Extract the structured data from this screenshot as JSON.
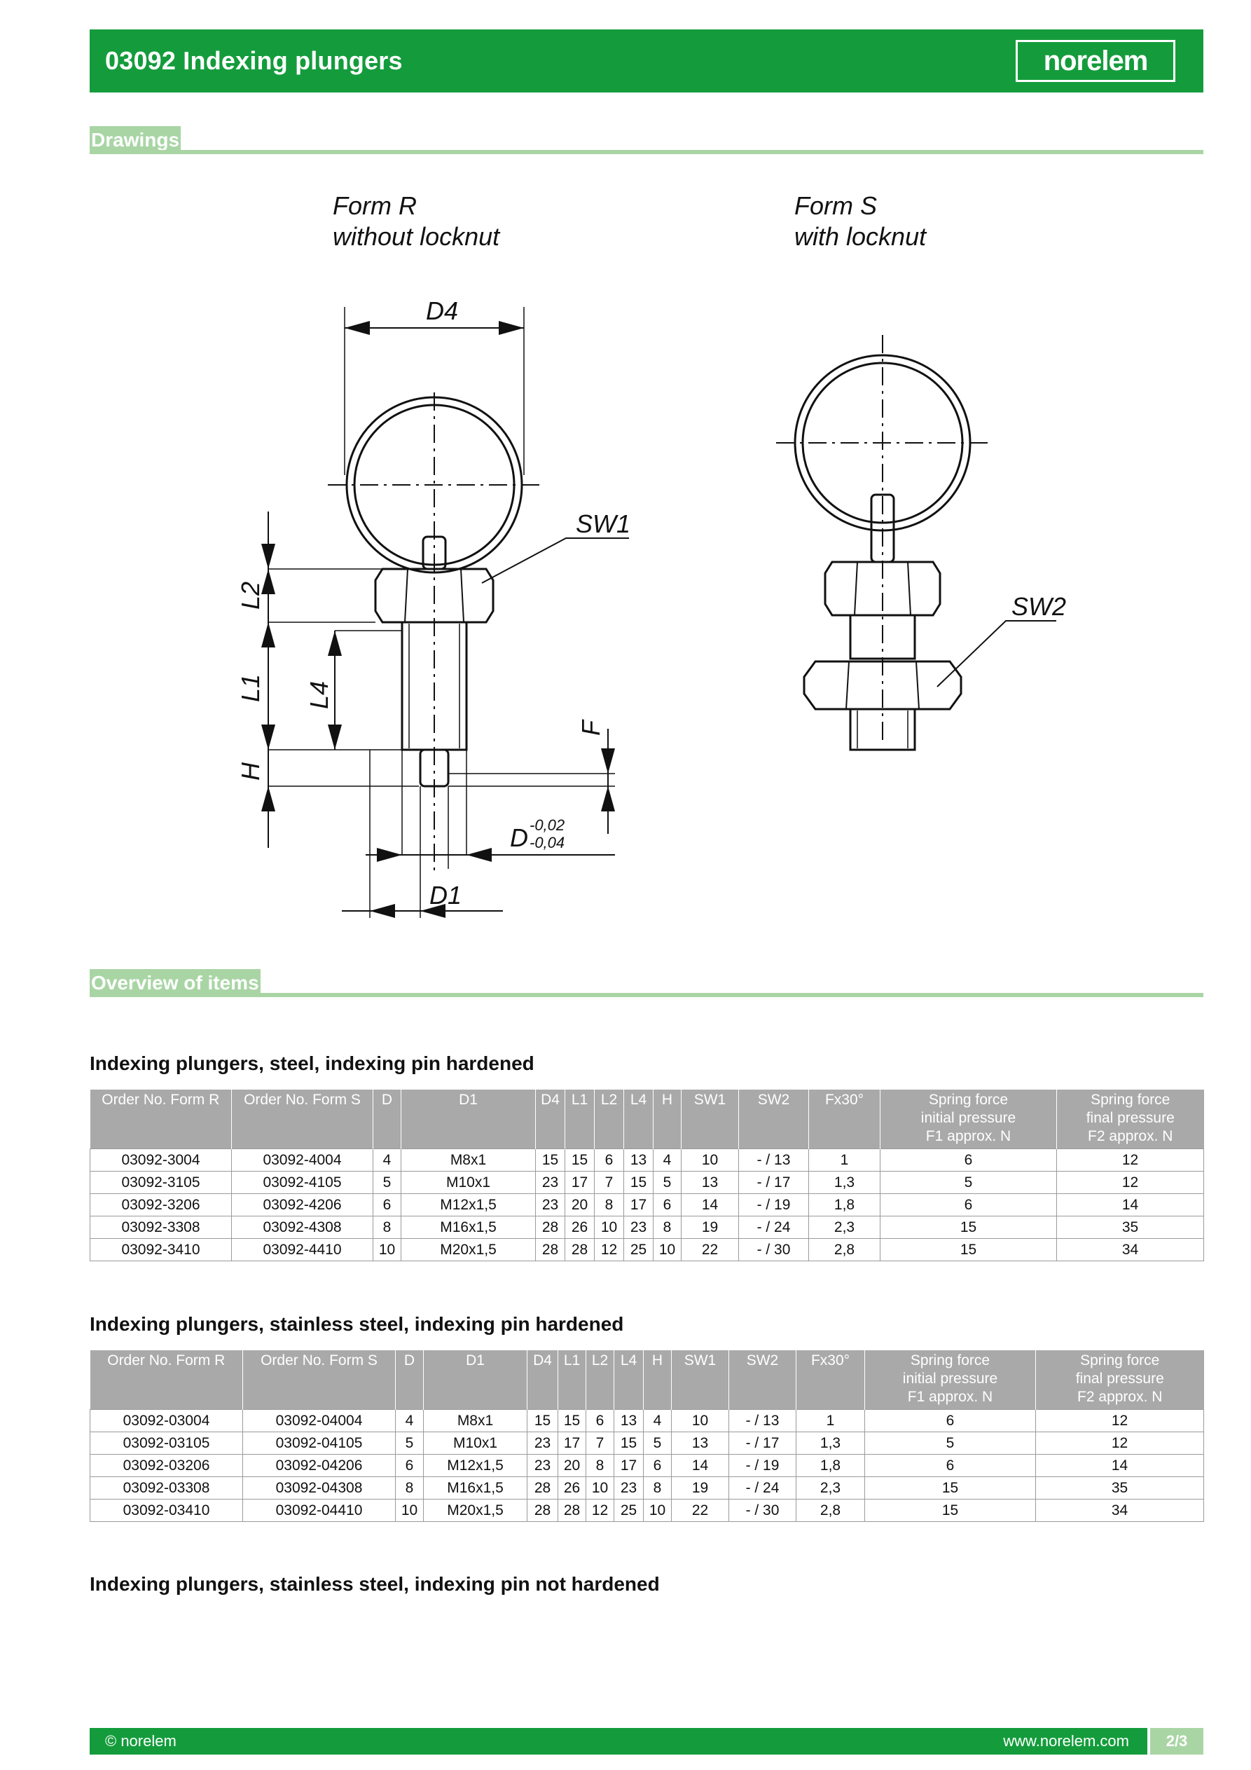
{
  "header": {
    "title": "03092 Indexing plungers",
    "logo": "norelem"
  },
  "sections": {
    "drawings": "Drawings",
    "overview": "Overview of items"
  },
  "drawing": {
    "form_r_title": "Form R",
    "form_r_sub": "without locknut",
    "form_s_title": "Form S",
    "form_s_sub": "with locknut",
    "labels": {
      "d4": "D4",
      "sw1": "SW1",
      "sw2": "SW2",
      "l2": "L2",
      "l1": "L1",
      "l4": "L4",
      "h": "H",
      "f": "F",
      "d": "D",
      "tol_upper": "-0,02",
      "tol_lower": "-0,04",
      "d1": "D1"
    }
  },
  "tables": [
    {
      "title": "Indexing plungers, steel, indexing pin hardened",
      "headers": [
        [
          "Order No. Form R"
        ],
        [
          "Order No. Form S"
        ],
        [
          "D"
        ],
        [
          "D1"
        ],
        [
          "D4"
        ],
        [
          "L1"
        ],
        [
          "L2"
        ],
        [
          "L4"
        ],
        [
          "H"
        ],
        [
          "SW1"
        ],
        [
          "SW2"
        ],
        [
          "Fx30°"
        ],
        [
          "Spring force",
          "initial pressure",
          "F1 approx. N"
        ],
        [
          "Spring force",
          "final pressure",
          "F2 approx. N"
        ]
      ],
      "rows": [
        [
          "03092-3004",
          "03092-4004",
          "4",
          "M8x1",
          "15",
          "15",
          "6",
          "13",
          "4",
          "10",
          "- / 13",
          "1",
          "6",
          "12"
        ],
        [
          "03092-3105",
          "03092-4105",
          "5",
          "M10x1",
          "23",
          "17",
          "7",
          "15",
          "5",
          "13",
          "- / 17",
          "1,3",
          "5",
          "12"
        ],
        [
          "03092-3206",
          "03092-4206",
          "6",
          "M12x1,5",
          "23",
          "20",
          "8",
          "17",
          "6",
          "14",
          "- / 19",
          "1,8",
          "6",
          "14"
        ],
        [
          "03092-3308",
          "03092-4308",
          "8",
          "M16x1,5",
          "28",
          "26",
          "10",
          "23",
          "8",
          "19",
          "- / 24",
          "2,3",
          "15",
          "35"
        ],
        [
          "03092-3410",
          "03092-4410",
          "10",
          "M20x1,5",
          "28",
          "28",
          "12",
          "25",
          "10",
          "22",
          "- / 30",
          "2,8",
          "15",
          "34"
        ]
      ]
    },
    {
      "title": "Indexing plungers, stainless steel, indexing pin hardened",
      "headers": [
        [
          "Order No. Form R"
        ],
        [
          "Order No. Form S"
        ],
        [
          "D"
        ],
        [
          "D1"
        ],
        [
          "D4"
        ],
        [
          "L1"
        ],
        [
          "L2"
        ],
        [
          "L4"
        ],
        [
          "H"
        ],
        [
          "SW1"
        ],
        [
          "SW2"
        ],
        [
          "Fx30°"
        ],
        [
          "Spring force",
          "initial pressure",
          "F1 approx. N"
        ],
        [
          "Spring force",
          "final pressure",
          "F2 approx. N"
        ]
      ],
      "rows": [
        [
          "03092-03004",
          "03092-04004",
          "4",
          "M8x1",
          "15",
          "15",
          "6",
          "13",
          "4",
          "10",
          "- / 13",
          "1",
          "6",
          "12"
        ],
        [
          "03092-03105",
          "03092-04105",
          "5",
          "M10x1",
          "23",
          "17",
          "7",
          "15",
          "5",
          "13",
          "- / 17",
          "1,3",
          "5",
          "12"
        ],
        [
          "03092-03206",
          "03092-04206",
          "6",
          "M12x1,5",
          "23",
          "20",
          "8",
          "17",
          "6",
          "14",
          "- / 19",
          "1,8",
          "6",
          "14"
        ],
        [
          "03092-03308",
          "03092-04308",
          "8",
          "M16x1,5",
          "28",
          "26",
          "10",
          "23",
          "8",
          "19",
          "- / 24",
          "2,3",
          "15",
          "35"
        ],
        [
          "03092-03410",
          "03092-04410",
          "10",
          "M20x1,5",
          "28",
          "28",
          "12",
          "25",
          "10",
          "22",
          "- / 30",
          "2,8",
          "15",
          "34"
        ]
      ]
    },
    {
      "title": "Indexing plungers, stainless steel, indexing pin not hardened",
      "headers": [],
      "rows": []
    }
  ],
  "footer": {
    "copyright": "© norelem",
    "url": "www.norelem.com",
    "page": "2/3"
  },
  "colors": {
    "brand_green": "#149c3c",
    "light_green": "#a9d5a5",
    "table_header_gray": "#a9a9a9"
  }
}
